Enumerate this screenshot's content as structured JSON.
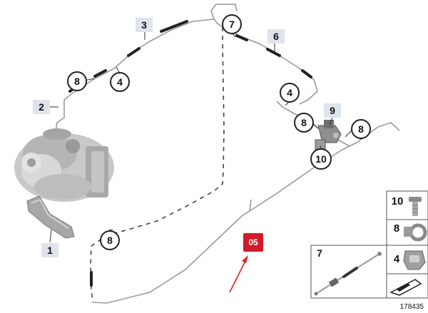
{
  "callouts": {
    "c1": "1",
    "c2": "2",
    "c3": "3",
    "c4a": "4",
    "c4b": "4",
    "c6": "6",
    "c7": "7",
    "c8a": "8",
    "c8b": "8",
    "c8c": "8",
    "c8d": "8",
    "c9": "9",
    "c10": "10"
  },
  "highlight_label": "05",
  "panel": {
    "items": [
      {
        "number": "10",
        "icon": "bolt-icon"
      },
      {
        "number": "8",
        "icon": "clamp-icon"
      },
      {
        "number": "4",
        "icon": "clip-icon"
      }
    ],
    "detail_number": "7",
    "arrow_icon": "view-arrow-icon"
  },
  "diagram_id": "178435",
  "colors": {
    "highlight": "#d11a2a",
    "square_badge": "#dfe3ec",
    "pipe": "#9a9a9a"
  }
}
